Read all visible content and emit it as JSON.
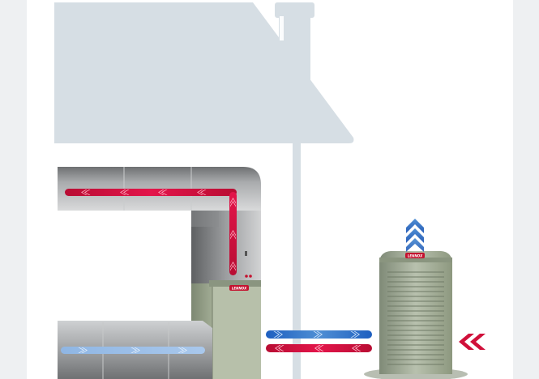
{
  "diagram": {
    "brand_logo_text": "LENNOX",
    "colors": {
      "page_background": "#ffffff",
      "side_margin": "#eef0f2",
      "house_silhouette": "#d6dee4",
      "warm_air": "#d0103a",
      "cool_air": "#4f8fd4",
      "duct_metal": "#9a9c9e",
      "furnace_body": "#a9b49a",
      "outdoor_unit_body": "#a7b1a0",
      "brand_badge": "#c4122f"
    },
    "icons": {
      "house": "house-silhouette",
      "warm_airflow": "double-chevron-left",
      "cool_airflow": "double-chevron-right",
      "heat_release": "triple-chevron-up"
    }
  }
}
